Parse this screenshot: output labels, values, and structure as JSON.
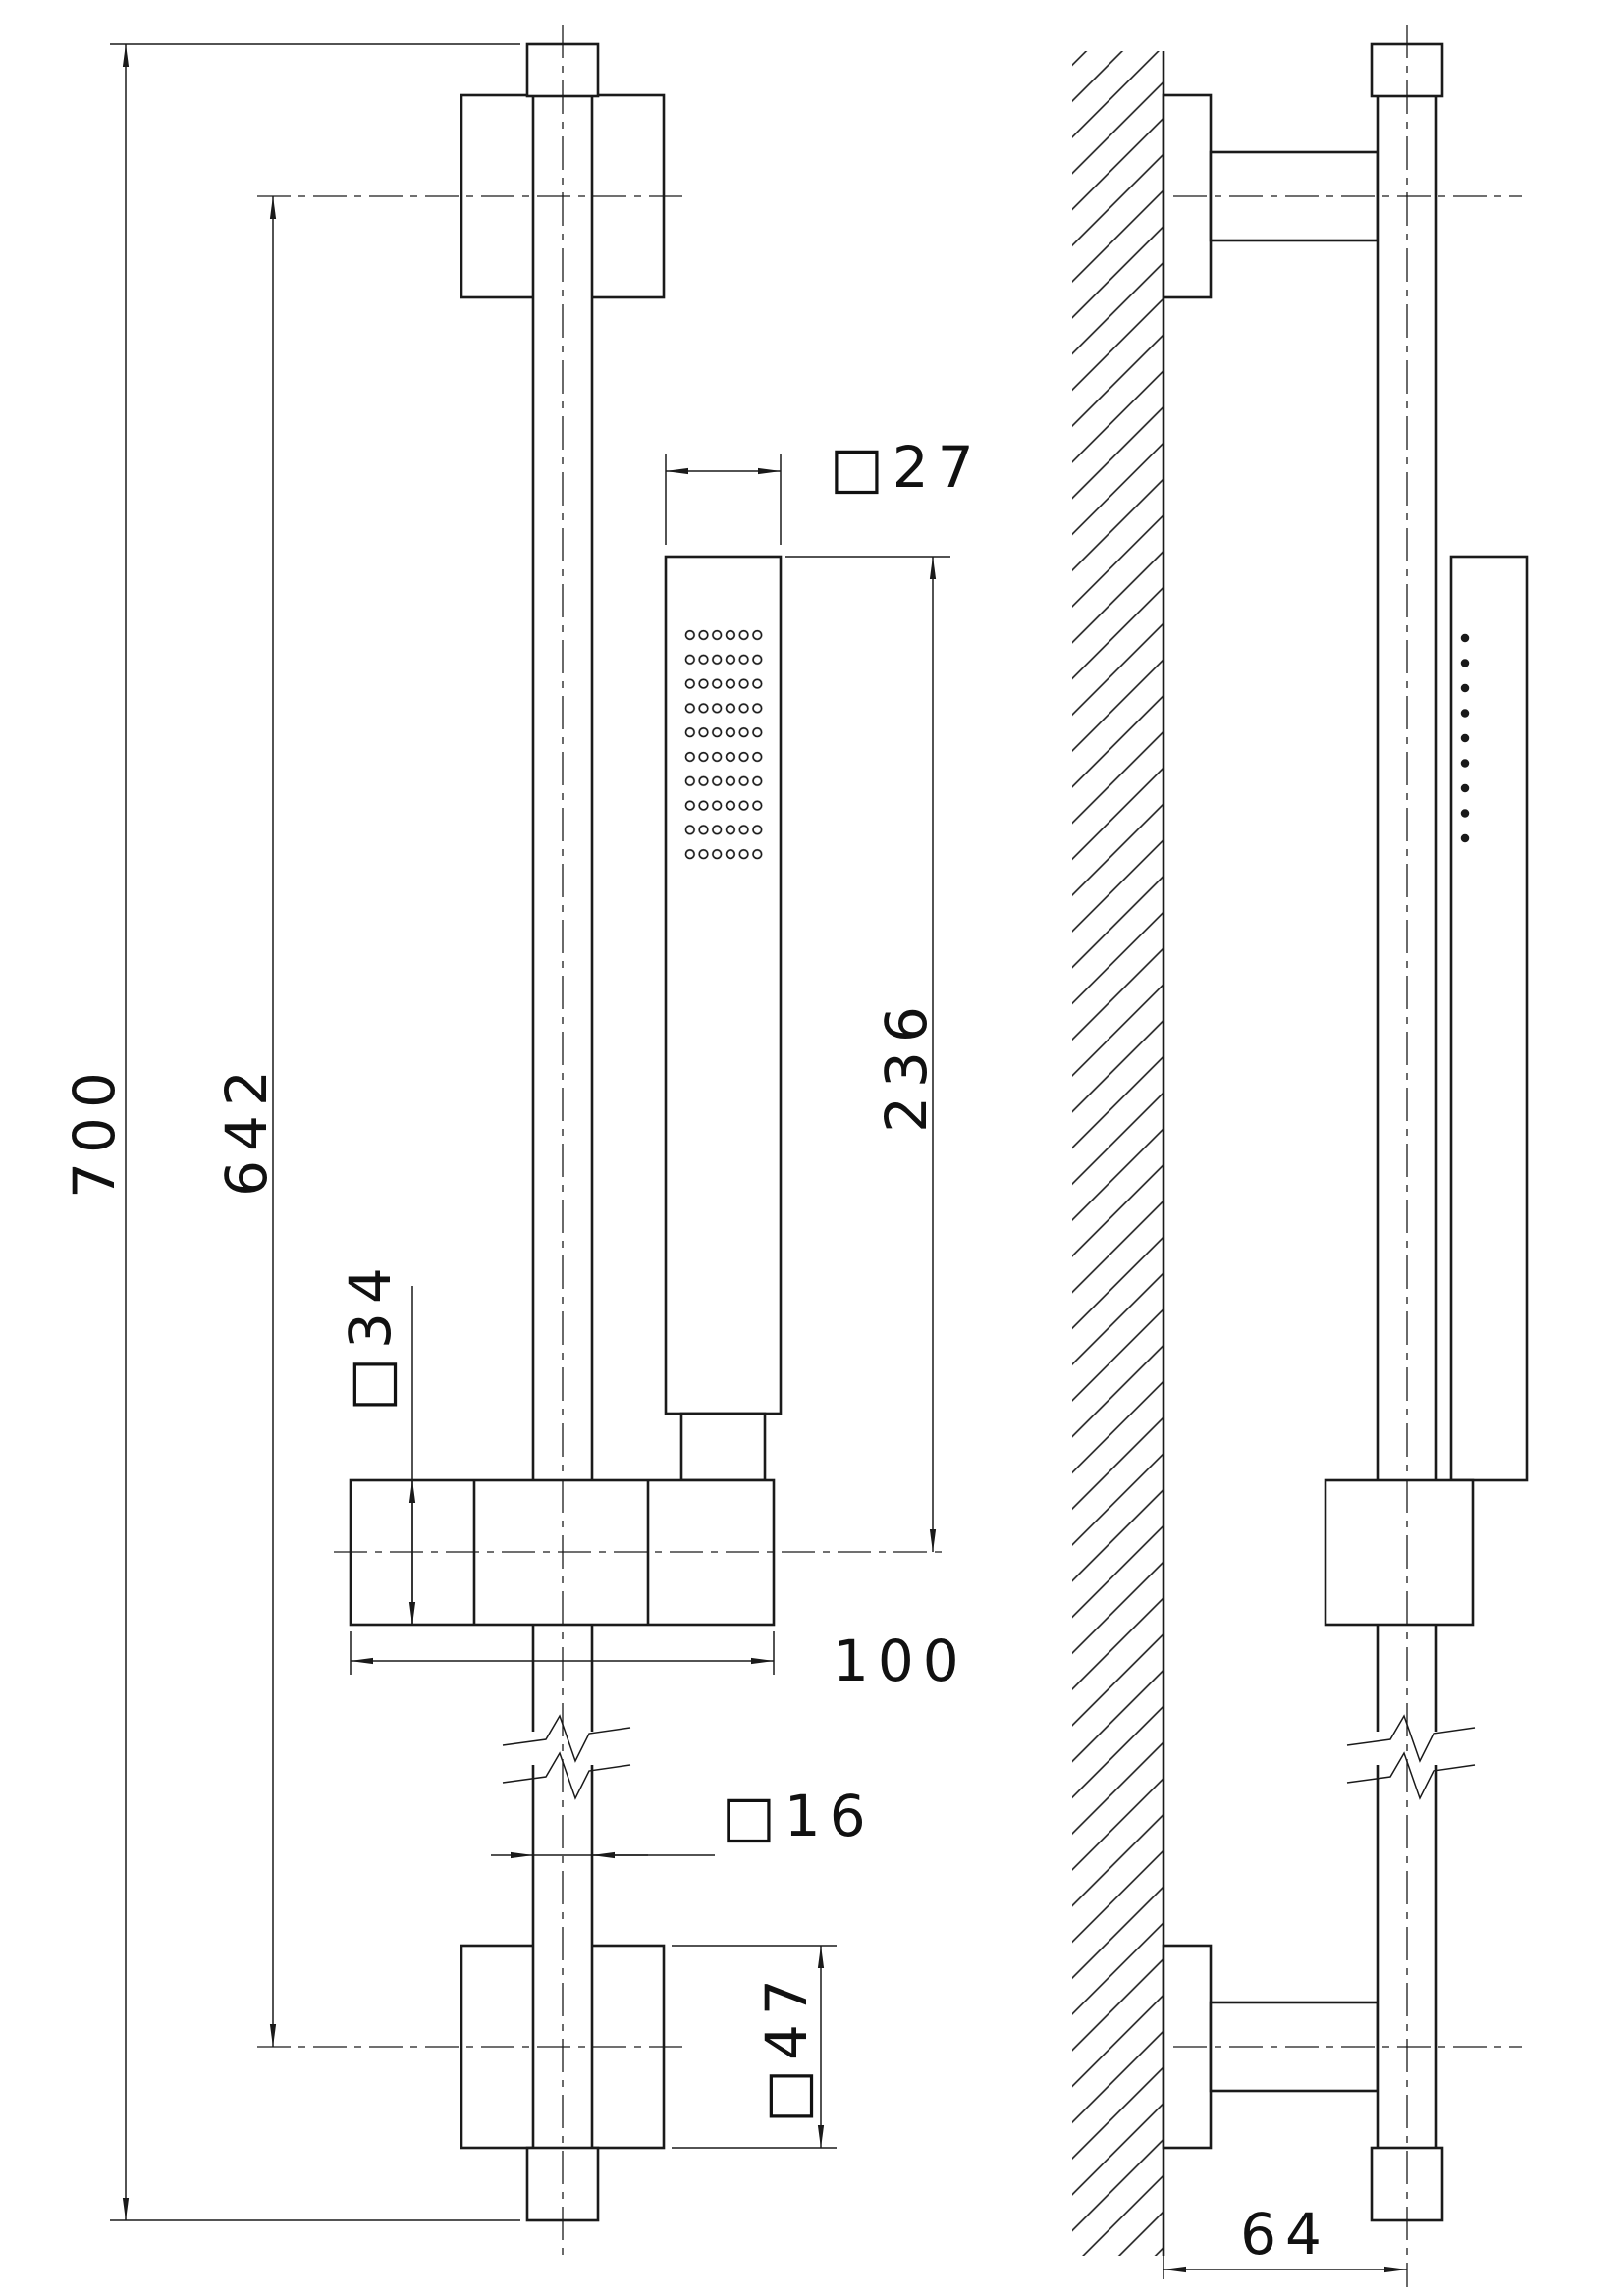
{
  "drawing_type": "technical-dimension-drawing",
  "subject": "shower-slide-rail-with-handshower",
  "colors": {
    "ink": "#1a1a1a",
    "background": "#ffffff"
  },
  "dims": {
    "overall_height": "700",
    "mount_centers": "642",
    "handset_length": "236",
    "handset_section": "□27",
    "slider_height": "□34",
    "slider_width": "100",
    "rail_section": "□16",
    "bracket_section": "□47",
    "wall_to_rail_center": "64"
  }
}
